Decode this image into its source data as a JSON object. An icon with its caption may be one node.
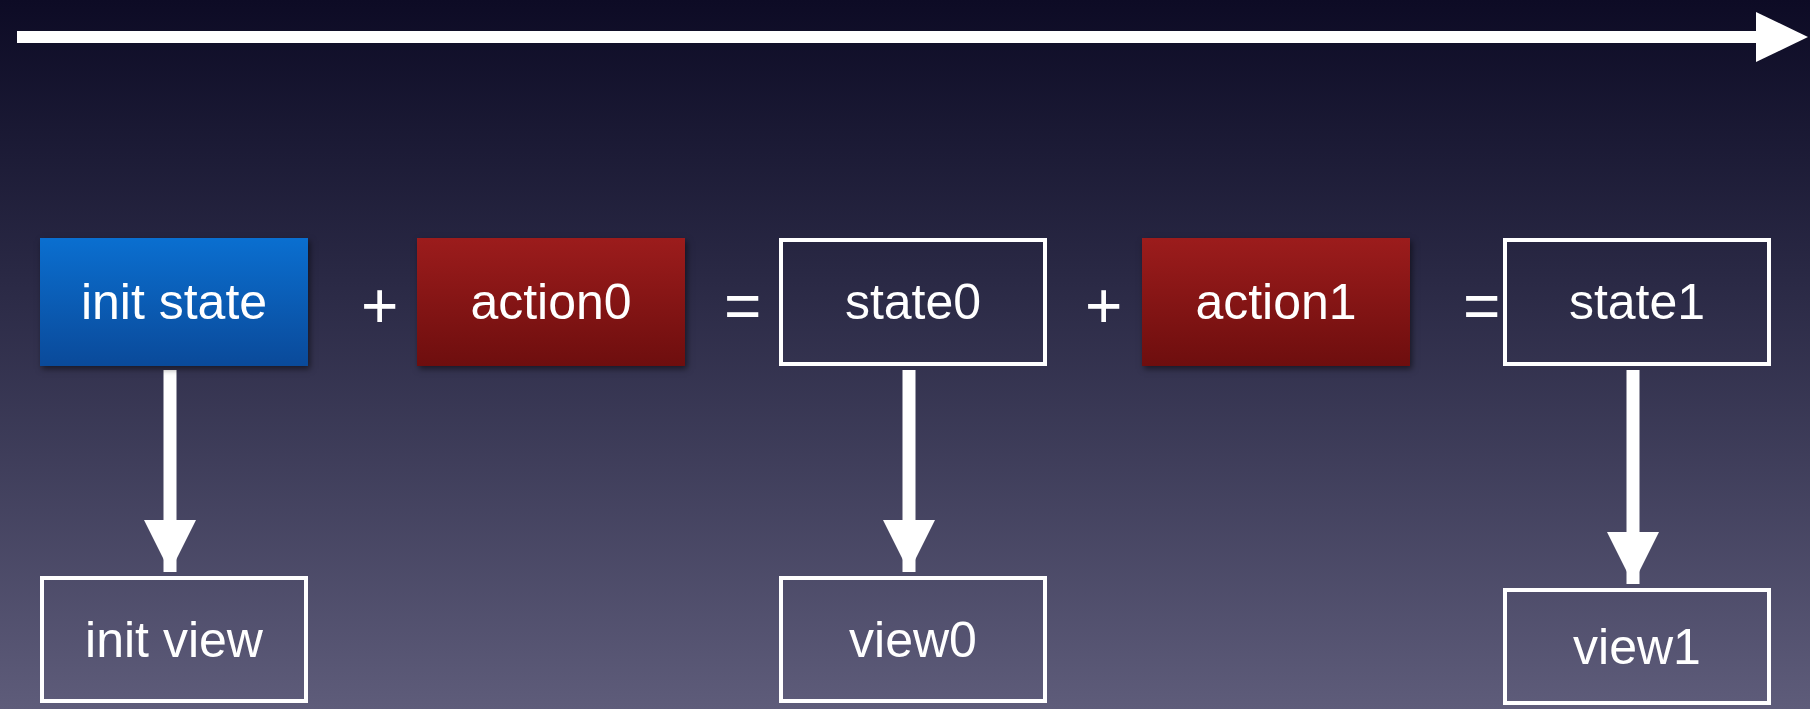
{
  "diagram": {
    "nodes": [
      {
        "text": [
          "init state"
        ]
      },
      {
        "text": [
          "action0"
        ]
      },
      {
        "text": [
          "state0"
        ]
      },
      {
        "text": [
          "action1"
        ]
      },
      {
        "text": [
          "state1"
        ]
      },
      {
        "text": [
          "init view"
        ]
      },
      {
        "text": [
          "view0"
        ]
      },
      {
        "text": [
          "view1"
        ]
      }
    ],
    "edges": [
      {
        "from": 0,
        "to": 5,
        "arrow": "to"
      },
      {
        "from": 2,
        "to": 6,
        "arrow": "to"
      },
      {
        "from": 4,
        "to": 7,
        "arrow": "to"
      }
    ],
    "labels": [
      "+",
      "=",
      "+",
      "="
    ]
  }
}
